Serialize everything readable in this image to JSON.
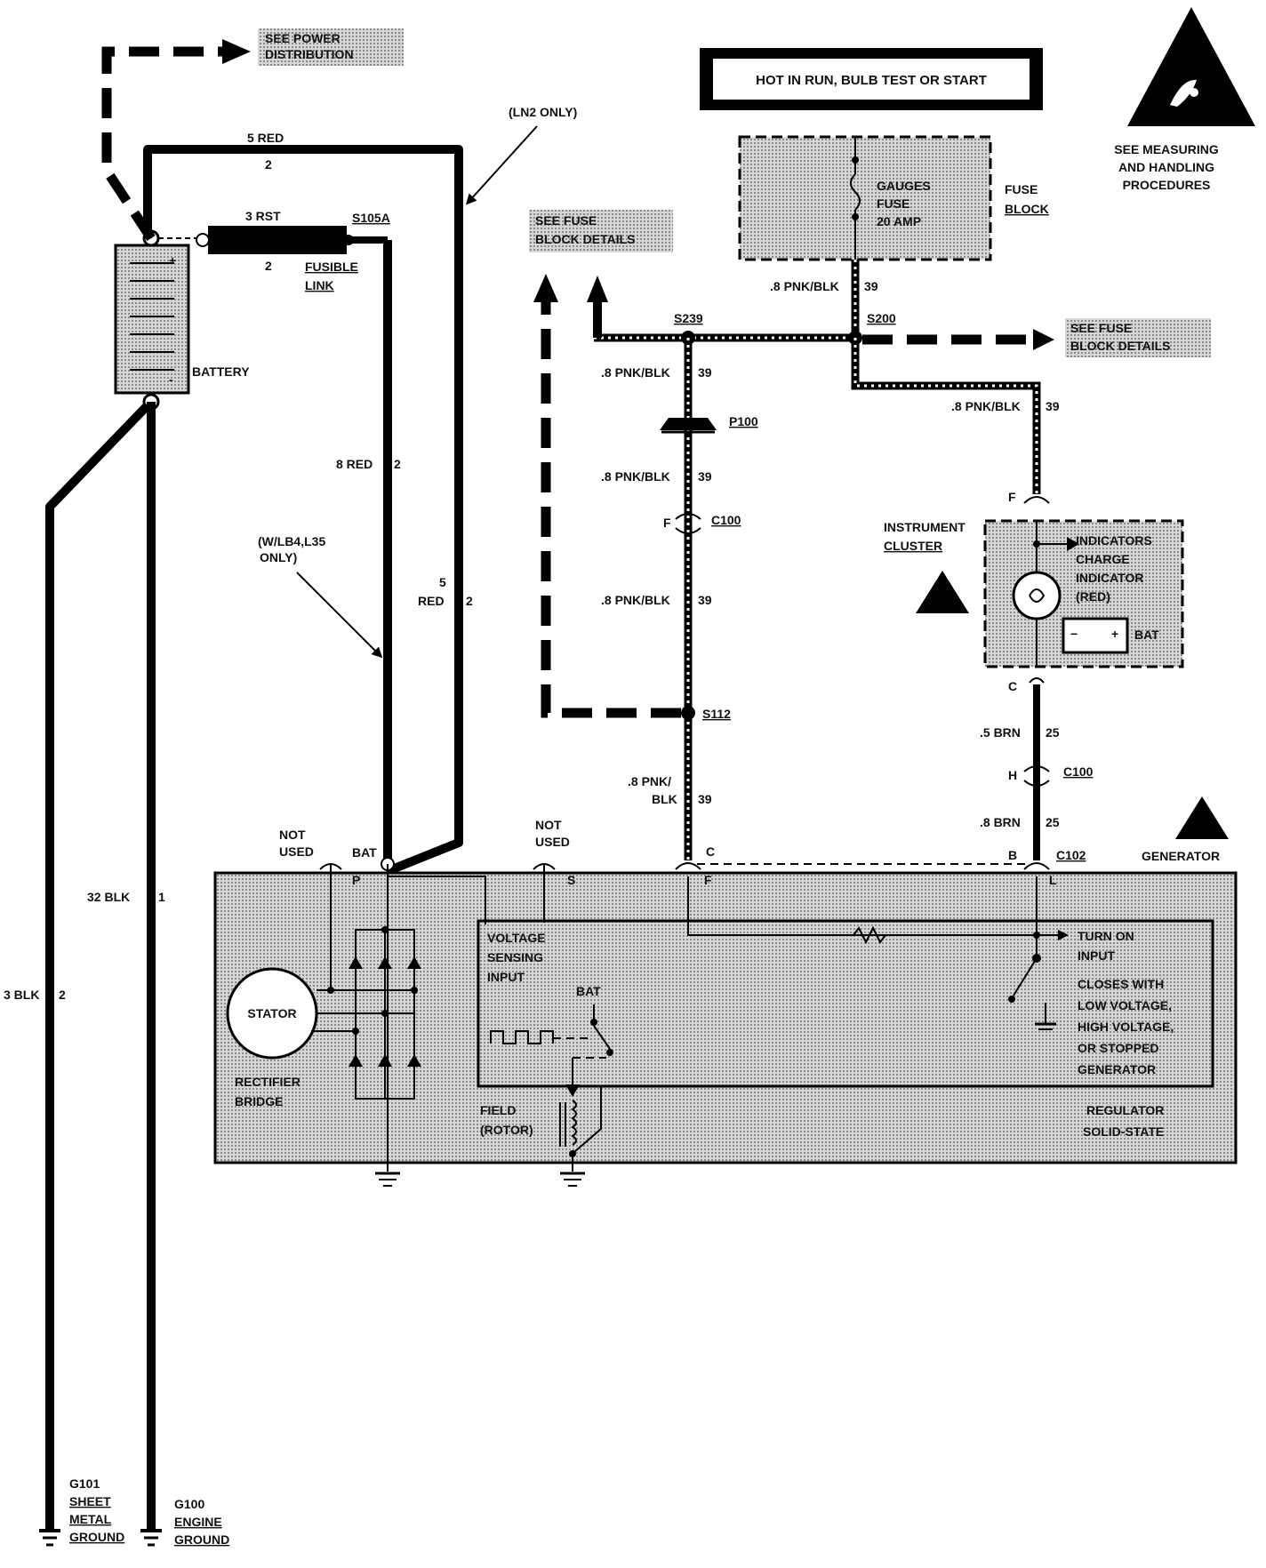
{
  "header": {
    "hot_in_run": "HOT IN RUN, BULB TEST OR START",
    "see_measuring": [
      "SEE MEASURING",
      "AND HANDLING",
      "PROCEDURES"
    ],
    "see_power": [
      "SEE POWER",
      "DISTRIBUTION"
    ],
    "see_fuse_left": [
      "SEE FUSE",
      "BLOCK DETAILS"
    ],
    "see_fuse_right": [
      "SEE FUSE",
      "BLOCK DETAILS"
    ]
  },
  "fuse_block": {
    "fuse_lines": [
      "GAUGES",
      "FUSE",
      "20 AMP"
    ],
    "block_lines": [
      "FUSE",
      "BLOCK"
    ]
  },
  "battery": {
    "label": "BATTERY",
    "plus": "+",
    "minus": "-",
    "fusible_link": [
      "FUSIBLE",
      "LINK"
    ],
    "rst": "3 RST",
    "rst_num": "2",
    "splice": "S105A"
  },
  "wires": {
    "red5": "5 RED",
    "red5_num": "2",
    "ln2_only": "(LN2 ONLY)",
    "red8": "8 RED",
    "red8_num": "2",
    "wlb4": [
      "(W/LB4,L35",
      "ONLY)"
    ],
    "red5b_top": "5",
    "red5b": "RED",
    "red5b_num": "2",
    "blk32": "32 BLK",
    "blk32_num": "1",
    "blk3": "3 BLK",
    "blk3_num": "2",
    "pnk_blk_s239": ".8 PNK/BLK",
    "pnk_blk_fuse": ".8 PNK/BLK",
    "pnk_blk_right": ".8 PNK/BLK",
    "pnk_p100": ".8 PNK/BLK",
    "pnk_c100": ".8 PNK/BLK",
    "pnk_lower_a": ".8 PNK/",
    "pnk_lower_b": "BLK",
    "circuit39": "39",
    "brn5": ".5 BRN",
    "brn8": ".8 BRN",
    "circuit25": "25"
  },
  "splices": {
    "s239": "S239",
    "s200": "S200",
    "s112": "S112"
  },
  "connectors": {
    "p100": "P100",
    "c100": "C100",
    "c100b": "C100",
    "c102": "C102",
    "f": "F",
    "c": "C",
    "h": "H",
    "b": "B",
    "f_top": "F",
    "c_cluster": "C"
  },
  "cluster": {
    "title": [
      "INSTRUMENT",
      "CLUSTER"
    ],
    "lines": [
      "INDICATORS",
      "CHARGE",
      "INDICATOR",
      "(RED)"
    ],
    "bat": "BAT"
  },
  "generator": {
    "title": "GENERATOR",
    "not_used_p": [
      "NOT",
      "USED"
    ],
    "not_used_s": [
      "NOT",
      "USED"
    ],
    "bat": "BAT",
    "p": "P",
    "s": "S",
    "f": "F",
    "l": "L",
    "stator": "STATOR",
    "rectifier": [
      "RECTIFIER",
      "BRIDGE"
    ],
    "voltage_sensing": [
      "VOLTAGE",
      "SENSING",
      "INPUT"
    ],
    "bat_inner": "BAT",
    "field": [
      "FIELD",
      "(ROTOR)"
    ],
    "turn_on": [
      "TURN ON",
      "INPUT"
    ],
    "closes": [
      "CLOSES WITH",
      "LOW VOLTAGE,",
      "HIGH VOLTAGE,",
      "OR STOPPED",
      "GENERATOR"
    ],
    "regulator": [
      "REGULATOR",
      "SOLID-STATE"
    ]
  },
  "grounds": {
    "g101": [
      "G101",
      "SHEET",
      "METAL",
      "GROUND"
    ],
    "g100": [
      "G100",
      "ENGINE",
      "GROUND"
    ]
  }
}
